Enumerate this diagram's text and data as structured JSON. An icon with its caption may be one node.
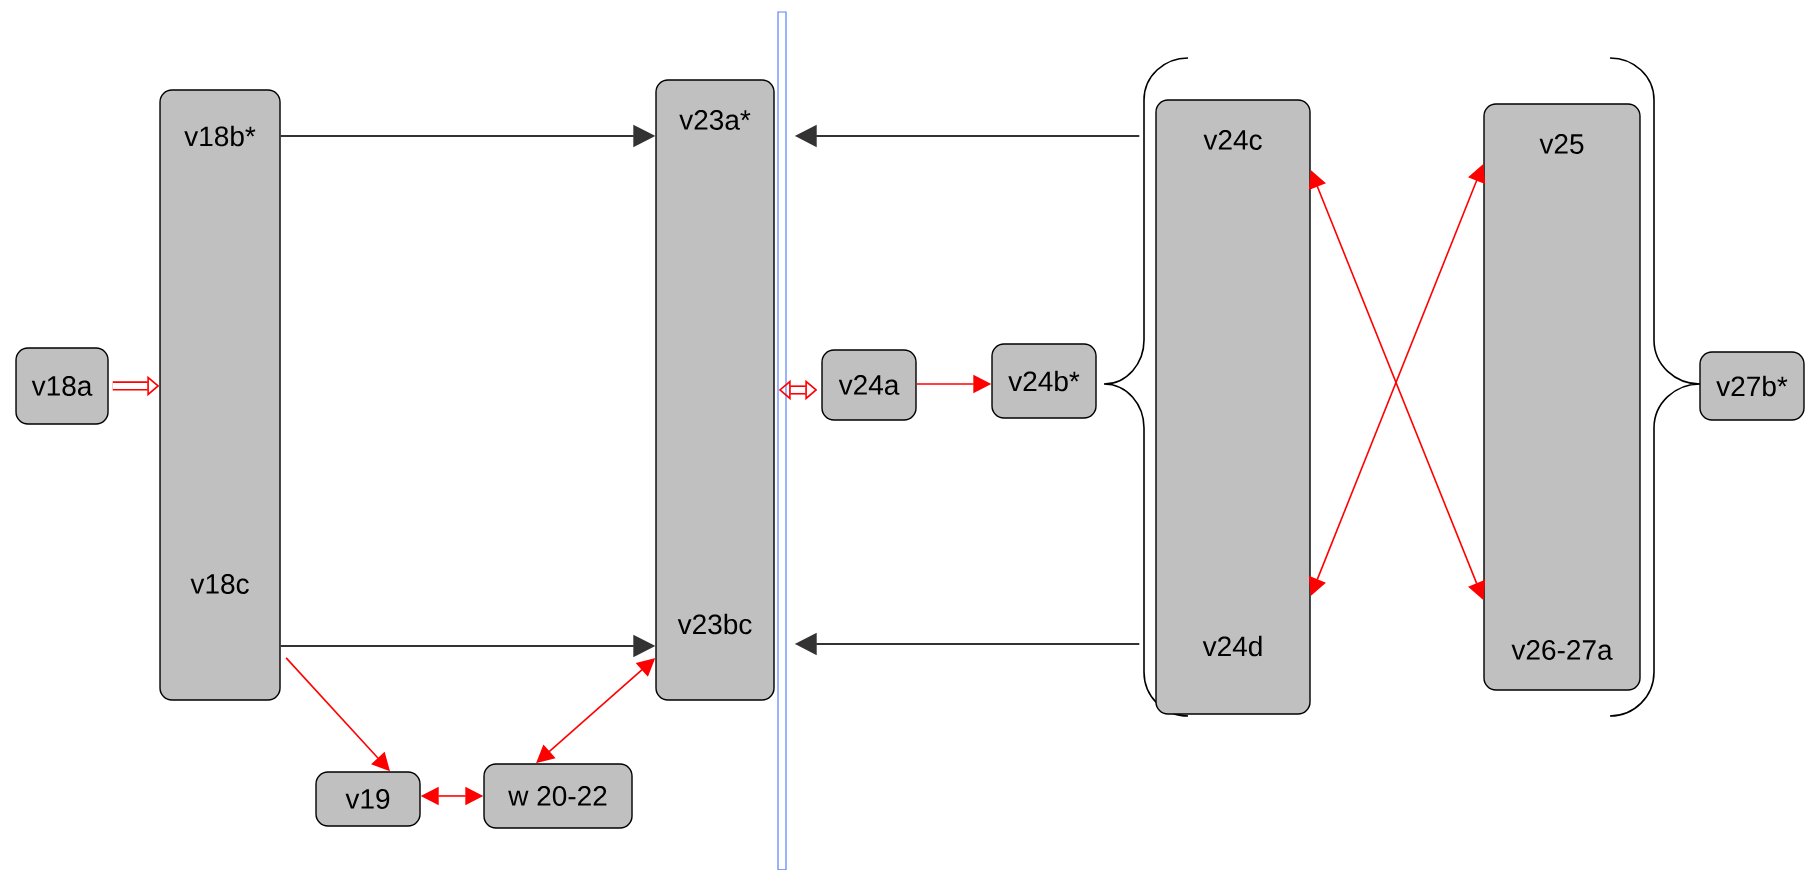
{
  "diagram": {
    "nodes": [
      {
        "text": [
          "v18a"
        ]
      },
      {
        "text": [
          "v18b*",
          "v18c"
        ]
      },
      {
        "text": [
          "v19"
        ]
      },
      {
        "text": [
          "w 20-22"
        ]
      },
      {
        "text": [
          "v23a*",
          "v23bc"
        ]
      },
      {
        "text": [
          "v24a"
        ]
      },
      {
        "text": [
          "v24b*"
        ]
      },
      {
        "text": [
          "v24c",
          "v24d"
        ]
      },
      {
        "text": [
          "v25",
          "v26-27a"
        ]
      },
      {
        "text": [
          "v27b*"
        ]
      }
    ],
    "edges": [
      {
        "from": 1,
        "to": 4,
        "arrow": "to",
        "color": "#333333"
      },
      {
        "from": 1,
        "to": 4,
        "arrow": "to",
        "color": "#333333"
      },
      {
        "from": 7,
        "to": 4,
        "arrow": "to",
        "color": "#333333"
      },
      {
        "from": 7,
        "to": 4,
        "arrow": "to",
        "color": "#333333"
      },
      {
        "from": 0,
        "to": 1,
        "arrow": "to",
        "style": "thick"
      },
      {
        "from": 1,
        "to": 2,
        "arrow": "to"
      },
      {
        "from": 2,
        "to": 3,
        "arrow": "both"
      },
      {
        "from": 3,
        "to": 4,
        "arrow": "both"
      },
      {
        "from": 4,
        "to": 5,
        "arrow": "both",
        "style": "thick"
      },
      {
        "from": 5,
        "to": 6,
        "arrow": "to"
      },
      {
        "from": 7,
        "to": 8,
        "arrow": "both"
      },
      {
        "from": 8,
        "to": 7,
        "arrow": "both"
      }
    ]
  }
}
